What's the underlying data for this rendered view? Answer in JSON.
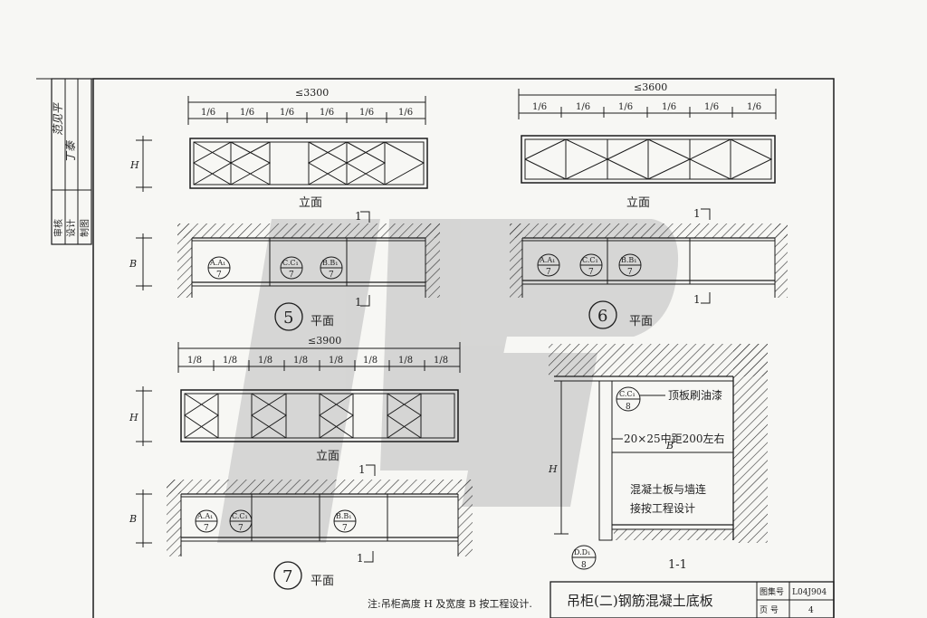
{
  "sidebar": {
    "rows": [
      {
        "role": "审核",
        "signature": "范见平"
      },
      {
        "role": "设计",
        "signature": "丁泰"
      },
      {
        "role": "制图",
        "signature": ""
      }
    ]
  },
  "panels": {
    "p5": {
      "overall_dim": "≤3300",
      "fractions": [
        "1/6",
        "1/6",
        "1/6",
        "1/6",
        "1/6",
        "1/6"
      ],
      "height_label": "H",
      "width_label": "B",
      "elevation_label": "立面",
      "section_marker": "1",
      "plan_number": "5",
      "plan_label": "平面",
      "callouts": [
        {
          "top": "A.A₁",
          "bottom": "7"
        },
        {
          "top": "C.C₁",
          "bottom": "7"
        },
        {
          "top": "B.B₁",
          "bottom": "7"
        }
      ]
    },
    "p6": {
      "overall_dim": "≤3600",
      "fractions": [
        "1/6",
        "1/6",
        "1/6",
        "1/6",
        "1/6",
        "1/6"
      ],
      "elevation_label": "立面",
      "section_marker": "1",
      "plan_number": "6",
      "plan_label": "平面",
      "callouts": [
        {
          "top": "A.A₁",
          "bottom": "7"
        },
        {
          "top": "C.C₁",
          "bottom": "7"
        },
        {
          "top": "B.B₁",
          "bottom": "7"
        }
      ]
    },
    "p7": {
      "overall_dim": "≤3900",
      "fractions": [
        "1/8",
        "1/8",
        "1/8",
        "1/8",
        "1/8",
        "1/8",
        "1/8",
        "1/8"
      ],
      "height_label": "H",
      "width_label": "B",
      "elevation_label": "立面",
      "section_marker": "1",
      "plan_number": "7",
      "plan_label": "平面",
      "callouts": [
        {
          "top": "A.A₁",
          "bottom": "7"
        },
        {
          "top": "C.C₁",
          "bottom": "7"
        },
        {
          "top": "B.B₁",
          "bottom": "7"
        }
      ]
    }
  },
  "section": {
    "callout_top": {
      "top": "C.C₁",
      "bottom": "8"
    },
    "callout_bottom": {
      "top": "D.D₁",
      "bottom": "8"
    },
    "label_paint": "顶板刷油漆",
    "label_spacing": "20×25中距200左右",
    "width_label": "B",
    "height_label": "H",
    "note_line1": "混凝土板与墙连",
    "note_line2": "接按工程设计",
    "section_label": "1-1"
  },
  "footer": {
    "note": "注:吊柜高度 H 及宽度 B 按工程设计.",
    "drawing_title": "吊柜(二)钢筋混凝土底板",
    "atlas_label": "图集号",
    "atlas_value": "L04J904",
    "page_label": "页 号",
    "page_value": "4"
  },
  "colors": {
    "watermark": "#c4c4c4",
    "ink": "#1c1c1c",
    "paper": "#f7f7f4"
  }
}
